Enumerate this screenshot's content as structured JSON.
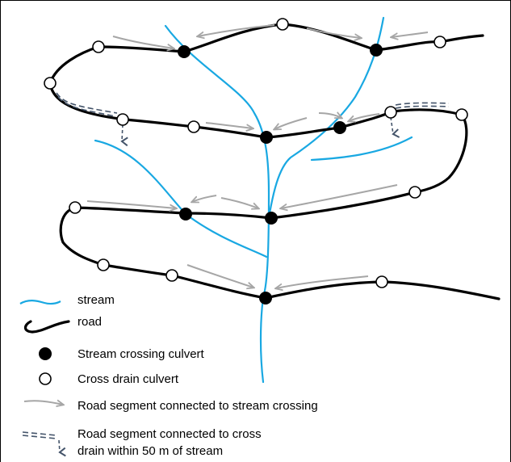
{
  "colors": {
    "stream": "#19a8e2",
    "road": "#000000",
    "arrow": "#a6a6a6",
    "drain": "#44546a",
    "culvert_fill": "#000000",
    "cross_drain_fill": "#ffffff"
  },
  "legend": {
    "stream": "stream",
    "road": "road",
    "stream_crossing": "Stream crossing culvert",
    "cross_drain": "Cross drain culvert",
    "road_segment_stream": "Road segment connected to stream crossing",
    "road_segment_drain_line1": "Road segment connected to cross",
    "road_segment_drain_line2": "drain within 50 m of stream"
  },
  "icons": {
    "stream_crossing": "filled-circle-icon",
    "cross_drain": "open-circle-icon",
    "arrow": "right-arrow-icon",
    "drain_arrow": "dashed-down-arrow-icon"
  }
}
